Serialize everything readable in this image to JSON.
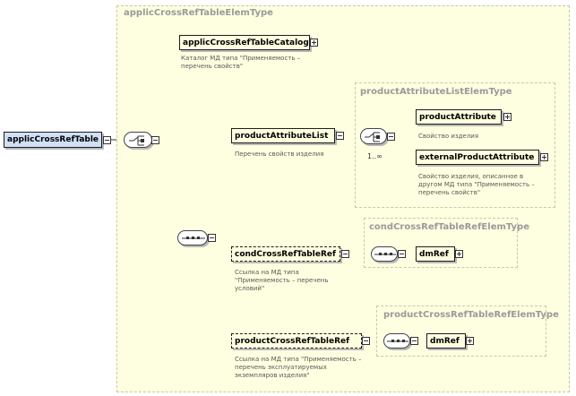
{
  "root": {
    "label": "applicCrossRefTable"
  },
  "type": {
    "title": "applicCrossRefTableElemType"
  },
  "catalog": {
    "label": "applicCrossRefTableCatalog",
    "doc_line1": "Каталог МД типа \"Применяемость –",
    "doc_line2": "перечень свойств\""
  },
  "attr_list": {
    "label": "productAttributeList",
    "doc": "Перечень свойств изделия"
  },
  "attr_list_type": {
    "title": "productAttributeListElemType"
  },
  "product_attribute": {
    "label": "productAttribute",
    "doc": "Свойство изделия"
  },
  "external_attribute": {
    "label": "externalProductAttribute",
    "doc_line1": "Свойство изделия, описанное в",
    "doc_line2": "другом МД типа \"Применяемость –",
    "doc_line3": "перечень свойств\""
  },
  "occurrence": "1..∞",
  "cond_ref": {
    "label": "condCrossRefTableRef",
    "doc_line1": "Ссылка на МД типа",
    "doc_line2": "\"Применяемость – перечень",
    "doc_line3": "условий\""
  },
  "cond_type": {
    "title": "condCrossRefTableRefElemType"
  },
  "dm_ref_1": {
    "label": "dmRef"
  },
  "prod_ref": {
    "label": "productCrossRefTableRef",
    "doc_line1": "Ссылка на МД типа \"Применяемость –",
    "doc_line2": "перечень эксплуатируемых",
    "doc_line3": "экземпляров изделия\""
  },
  "prod_type": {
    "title": "productCrossRefTableRefElemType"
  },
  "dm_ref_2": {
    "label": "dmRef"
  }
}
